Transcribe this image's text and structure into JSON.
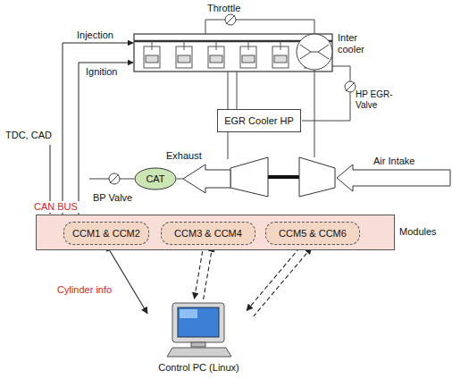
{
  "diagram": {
    "nodes": [
      {
        "text": [
          "EGR Cooler HP"
        ]
      },
      {
        "text": [
          "CAT"
        ]
      },
      {
        "text": [
          "Modules"
        ]
      },
      {
        "text": [
          "CCM1 & CCM2"
        ],
        "in": 2
      },
      {
        "text": [
          "CCM3 & CCM4"
        ],
        "in": 2
      },
      {
        "text": [
          "CCM5 & CCM6"
        ],
        "in": 2
      },
      {
        "text": [
          "Control PC (Linux)"
        ]
      }
    ],
    "edges": [
      {
        "from": 3,
        "to": 6,
        "arrow": "both"
      },
      {
        "from": 4,
        "to": 6,
        "arrow": "both"
      },
      {
        "from": 5,
        "to": 6,
        "arrow": "both"
      }
    ],
    "labels": [
      "Throttle",
      "Injection",
      "Ignition",
      "TDC, CAD",
      "Inter cooler",
      "HP EGR-Valve",
      "Exhaust",
      "Air Intake",
      "BP Valve",
      "CAN BUS",
      "Cylinder info"
    ]
  }
}
